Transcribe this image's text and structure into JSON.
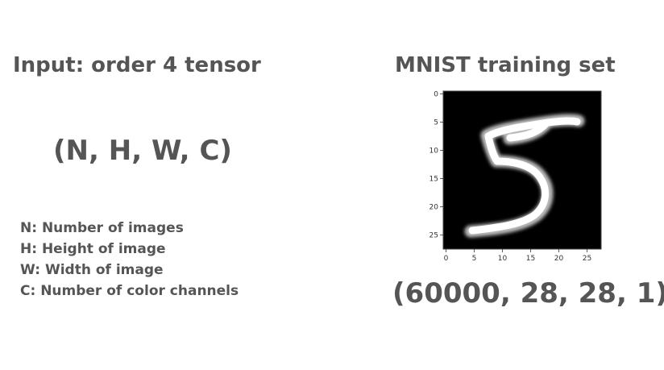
{
  "left": {
    "title": "Input: order 4 tensor",
    "shape": "(N, H, W, C)",
    "legend": [
      "N: Number of images",
      "H: Height of image",
      "W: Width of image",
      "C: Number of color channels"
    ]
  },
  "right": {
    "title": "MNIST training set",
    "shape": "(60000, 28, 28, 1)",
    "image": {
      "x_ticks": [
        "0",
        "5",
        "10",
        "15",
        "20",
        "25"
      ],
      "y_ticks": [
        "0",
        "5",
        "10",
        "15",
        "20",
        "25"
      ],
      "background": "#000000",
      "foreground": "#ffffff"
    }
  }
}
